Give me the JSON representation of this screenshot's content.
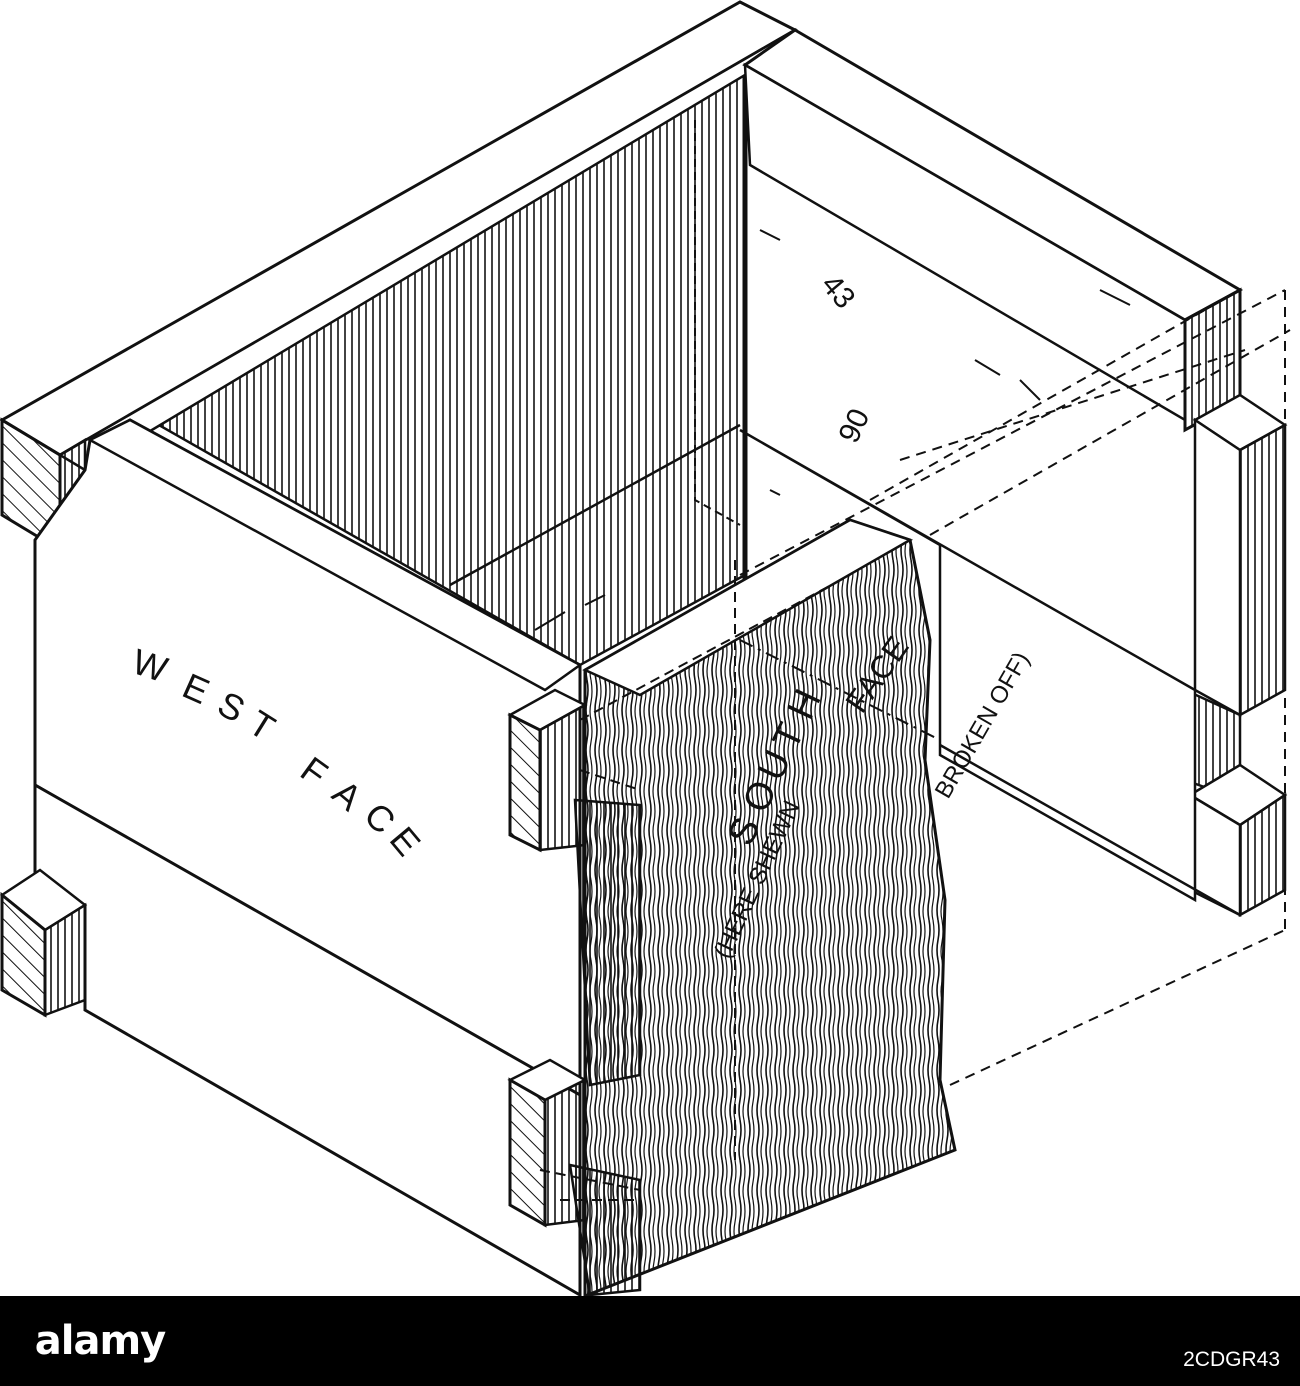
{
  "diagram": {
    "labels": {
      "west": [
        "W",
        "E",
        "S",
        "T",
        "F",
        "A",
        "C",
        "E"
      ],
      "south": [
        "S",
        "O",
        "U",
        "T",
        "H"
      ],
      "face": "FACE",
      "here_shewn": "(HERE SHEWN",
      "broken_off": "BROKEN OFF)",
      "dim_43": "43",
      "dim_90": "90"
    }
  },
  "footer": {
    "logo_text": "alamy",
    "image_id": "2CDGR43"
  }
}
